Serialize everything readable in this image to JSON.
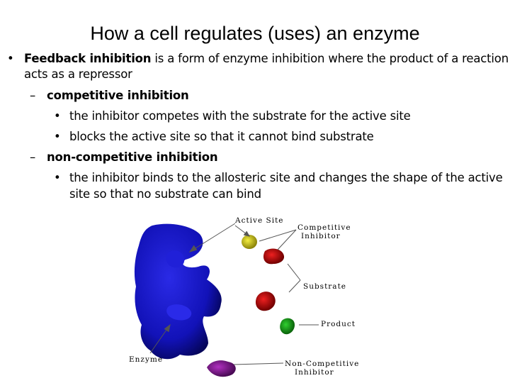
{
  "slide": {
    "title": "How a cell regulates (uses) an enzyme",
    "bullet_1": {
      "bold_term": "Feedback inhibition",
      "text_line1": " is a form of enzyme inhibition where the product of a reaction",
      "text_line2": "acts as a repressor"
    },
    "sub_1": {
      "label": "competitive inhibition",
      "points": [
        "the inhibitor competes with the substrate for the active site",
        "blocks the active site so that it cannot bind substrate"
      ]
    },
    "sub_2": {
      "label": "non-competitive inhibition",
      "point_line1": "the inhibitor binds to the allosteric site and changes the shape of the active",
      "point_line2": "site so that no substrate can bind"
    },
    "markers": {
      "bullet": "•",
      "dash": "–"
    }
  },
  "figure": {
    "labels": {
      "active_site": "Active Site",
      "competitive_inhibitor_line1": "Competitive",
      "competitive_inhibitor_line2": "Inhibitor",
      "substrate": "Substrate",
      "product": "Product",
      "enzyme": "Enzyme",
      "non_competitive_line1": "Non-Competitive",
      "non_competitive_line2": "Inhibitor"
    },
    "colors": {
      "enzyme": "#1515c8",
      "competitive_inhibitor": "#c8c010",
      "substrate": "#c80a0a",
      "product": "#18a018",
      "non_competitive_inhibitor": "#8a1a9a"
    }
  }
}
